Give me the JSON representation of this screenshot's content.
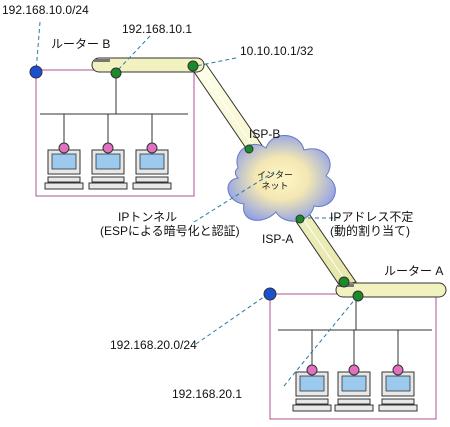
{
  "networks": {
    "top_subnet": "192.168.10.0/24",
    "top_router_ip": "192.168.10.1",
    "wan_ip_b": "10.10.10.1/32",
    "bottom_subnet": "192.168.20.0/24",
    "bottom_router_ip": "192.168.20.1"
  },
  "routers": {
    "b_label": "ルーター B",
    "a_label": "ルーター A"
  },
  "cloud": {
    "line1": "インター",
    "line2": "ネット",
    "isp_b": "ISP-B",
    "isp_a": "ISP-A"
  },
  "tunnel": {
    "line1": "IPトンネル",
    "line2": "(ESPによる暗号化と認証)"
  },
  "dynamic_ip": {
    "line1": "IPアドレス不定",
    "line2": "(動的割り当て)"
  },
  "colors": {
    "lan_box": "#b0509a",
    "tunnel_fill": "#f2f2c0",
    "node_green": "#1a8a2a",
    "node_blue": "#1a4fd0",
    "pink": "#e070c0",
    "leader_line": "#2a7aa0"
  }
}
